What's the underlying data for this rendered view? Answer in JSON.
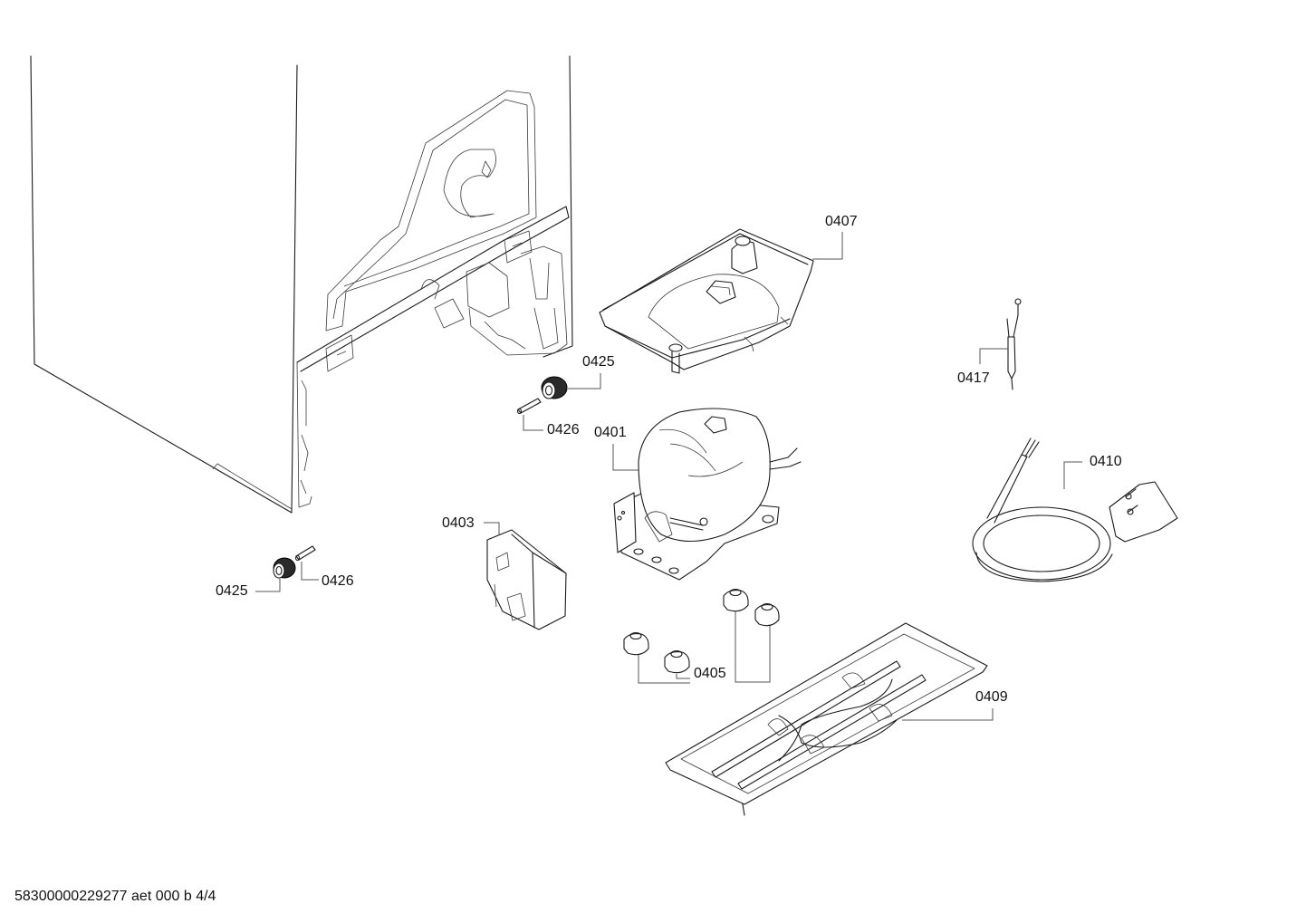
{
  "diagram": {
    "type": "exploded-parts-view",
    "subject": "Refrigerator compressor / base assembly",
    "caption": "58300000229277 aet 000 b 4/4",
    "parts": [
      {
        "id": "0401",
        "label": "0401",
        "depicts": "compressor"
      },
      {
        "id": "0403",
        "label": "0403",
        "depicts": "relay / start device"
      },
      {
        "id": "0405",
        "label": "0405",
        "depicts": "rubber grommets (x4)"
      },
      {
        "id": "0407",
        "label": "0407",
        "depicts": "evaporation tray"
      },
      {
        "id": "0409",
        "label": "0409",
        "depicts": "compressor base plate"
      },
      {
        "id": "0410",
        "label": "0410",
        "depicts": "mains cable with plug"
      },
      {
        "id": "0417",
        "label": "0417",
        "depicts": "temperature sensor"
      },
      {
        "id": "0425",
        "label": "0425",
        "depicts": "adjustable foot (upper)"
      },
      {
        "id": "0425b",
        "label": "0425",
        "depicts": "adjustable foot (lower)"
      },
      {
        "id": "0426",
        "label": "0426",
        "depicts": "pin (upper)"
      },
      {
        "id": "0426b",
        "label": "0426",
        "depicts": "pin (lower)"
      }
    ]
  }
}
